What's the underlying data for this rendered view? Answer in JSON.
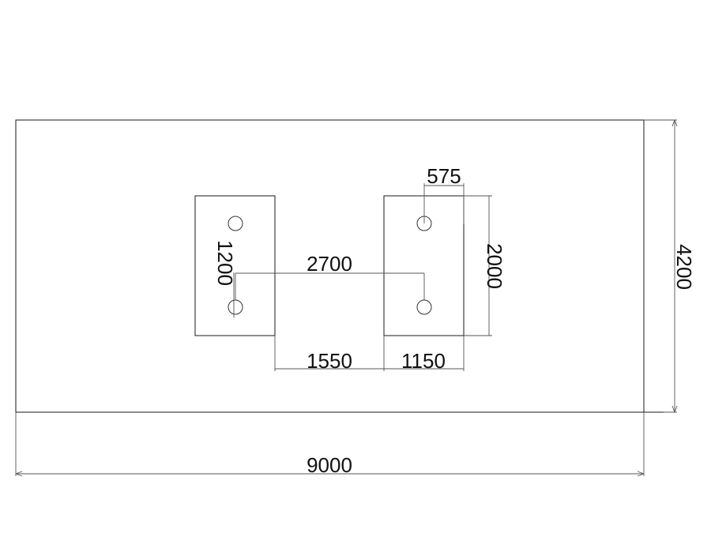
{
  "dimensions": {
    "overall_width": "9000",
    "overall_height": "4200",
    "pile_spacing_x": "2700",
    "left_pile_spacing_y": "1200",
    "right_cap_height": "2000",
    "right_pile_edge_offset": "575",
    "cap_gap": "1550",
    "right_cap_width": "1150"
  }
}
